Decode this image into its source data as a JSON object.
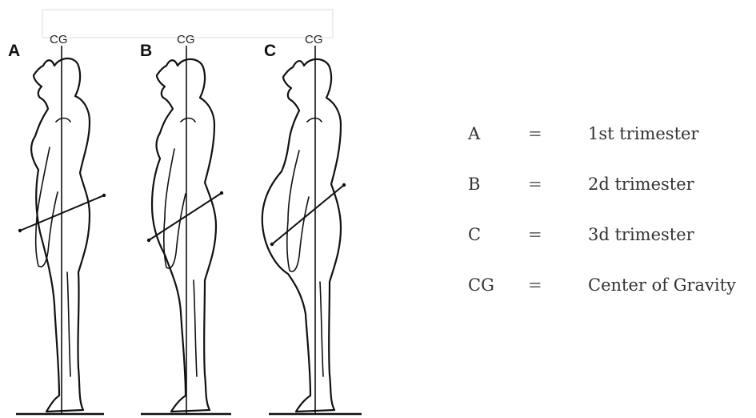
{
  "figure": {
    "panels": [
      {
        "letter": "A",
        "cg": "CG"
      },
      {
        "letter": "B",
        "cg": "CG"
      },
      {
        "letter": "C",
        "cg": "CG"
      }
    ]
  },
  "legend": [
    {
      "key": "A",
      "eq": "=",
      "value": "1st trimester"
    },
    {
      "key": "B",
      "eq": "=",
      "value": "2d trimester"
    },
    {
      "key": "C",
      "eq": "=",
      "value": "3d trimester"
    },
    {
      "key": "CG",
      "eq": "=",
      "value": "Center of Gravity"
    }
  ]
}
